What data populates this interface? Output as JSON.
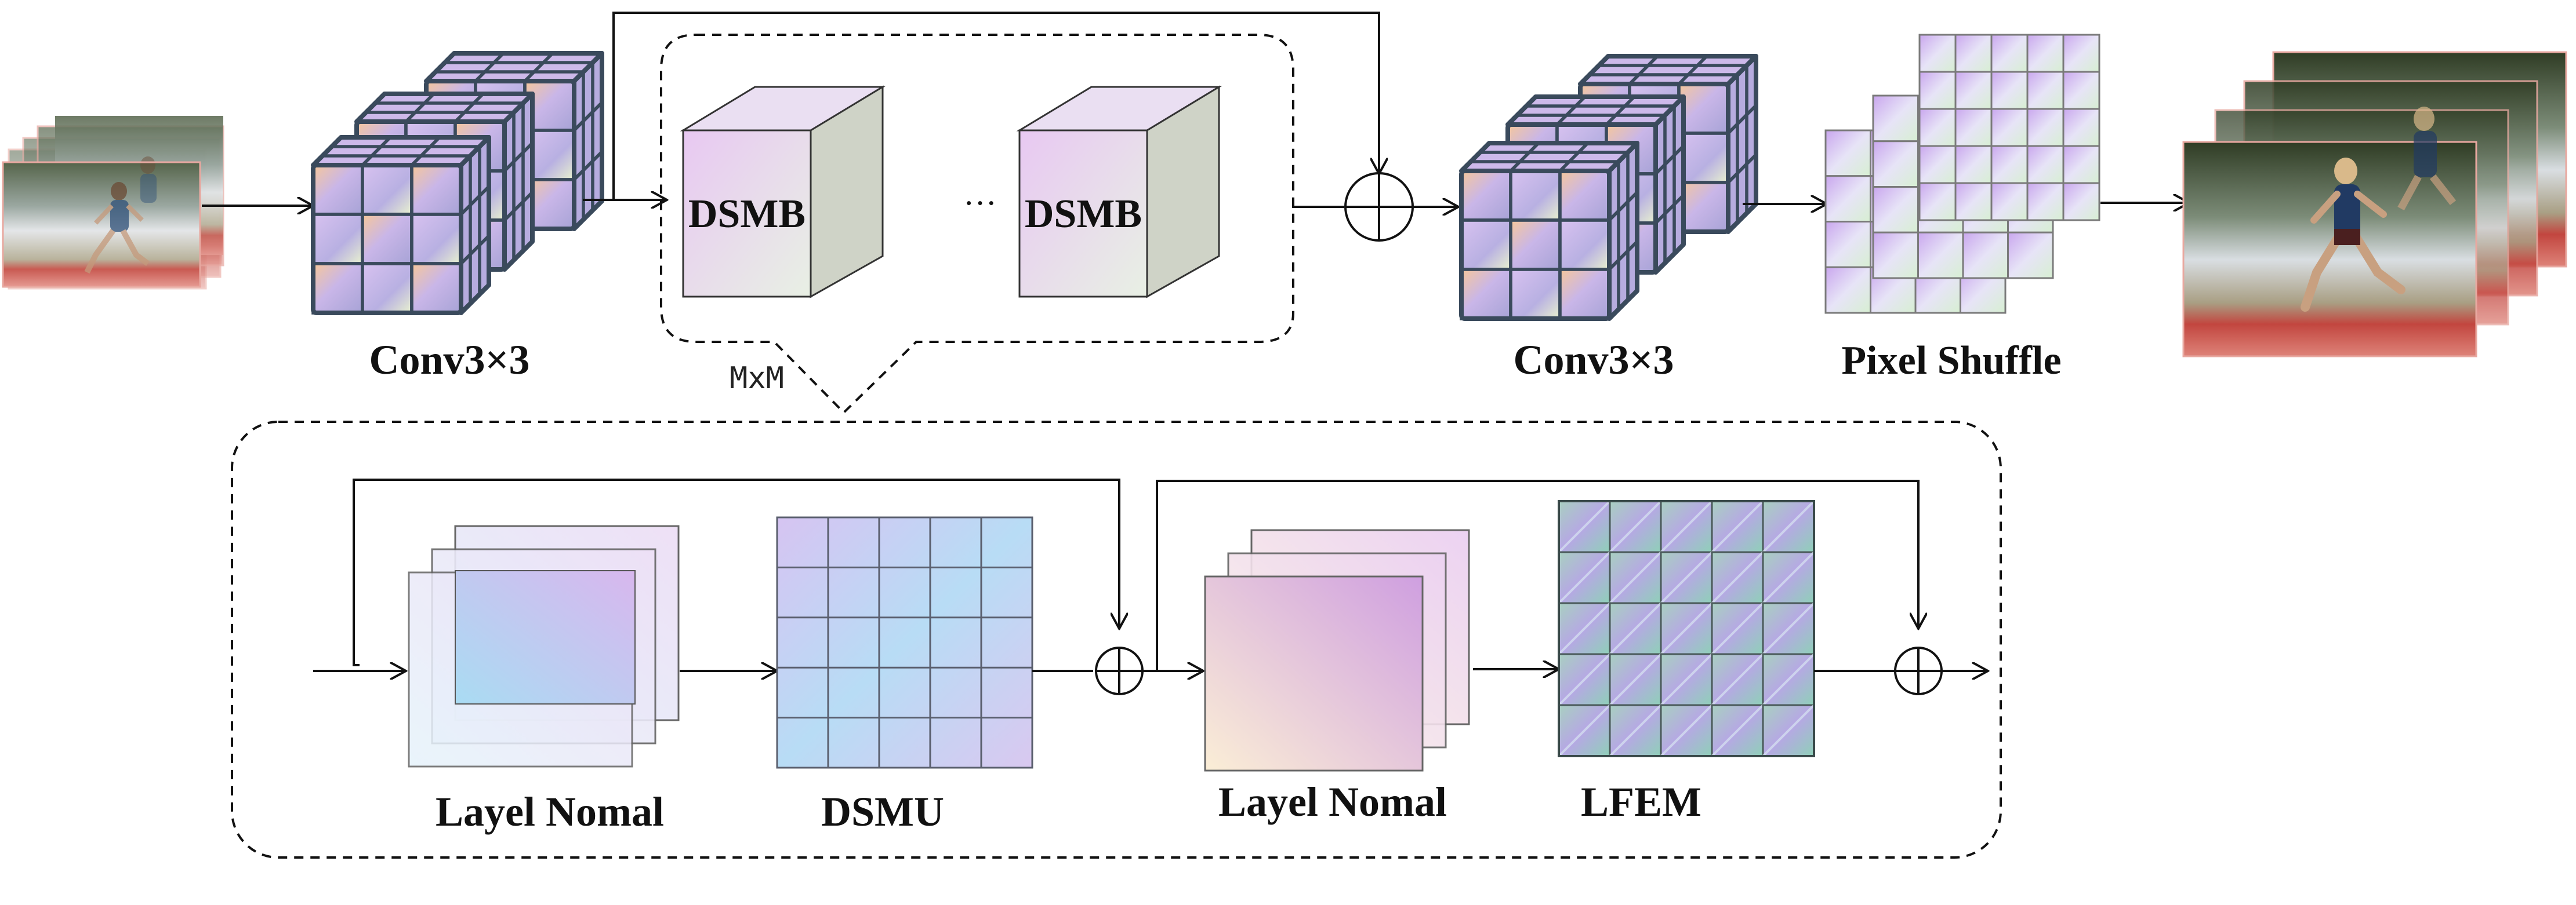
{
  "labels": {
    "conv_in": "Conv3×3",
    "conv_out": "Conv3×3",
    "pixel_shuffle": "Pixel Shuffle",
    "dsmb_1": "DSMB",
    "dsmb_2": "DSMB",
    "ellipsis": "···",
    "repeat": "MxM",
    "layer_norm_1": "Layel Nomal",
    "dsmu": "DSMU",
    "layer_norm_2": "Layel Nomal",
    "lfem": "LFEM"
  },
  "icons": {
    "input": "blurred-sprinter-frames-icon",
    "output": "restored-sprinter-frames-icon",
    "add": "circled-plus-icon"
  },
  "colors": {
    "stroke": "#111111",
    "cube_edge": "#3a4a5c",
    "dsmb_front": "#e4d2ee",
    "dsmb_side": "#c9cfc0"
  }
}
